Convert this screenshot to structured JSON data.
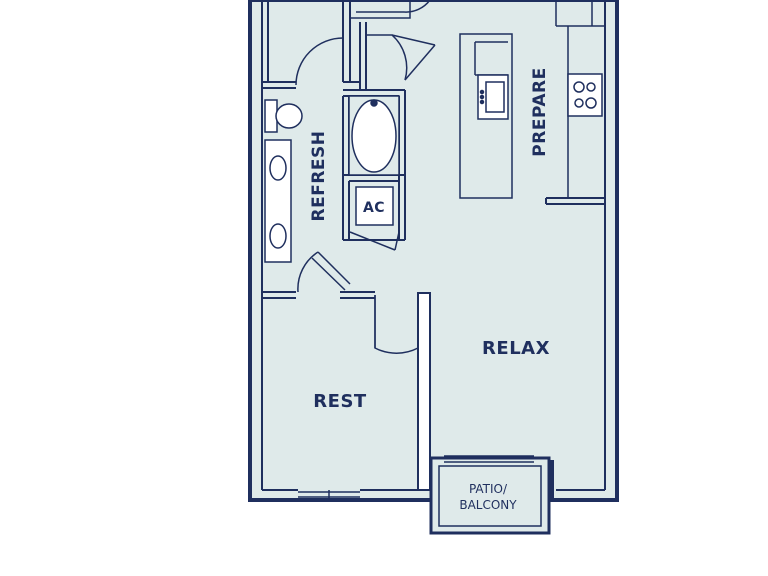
{
  "colors": {
    "floor": "#dfeaea",
    "wall": "#1f2f5e",
    "background": "#ffffff",
    "fixture": "#ffffff"
  },
  "rooms": {
    "refresh": "REFRESH",
    "prepare": "PREPARE",
    "relax": "RELAX",
    "rest": "REST",
    "ac": "AC"
  },
  "patio": {
    "line1": "PATIO/",
    "line2": "BALCONY"
  },
  "fixtures": [
    "toilet-icon",
    "sink-icon",
    "bathtub-icon",
    "kitchen-sink-icon",
    "stove-icon"
  ]
}
